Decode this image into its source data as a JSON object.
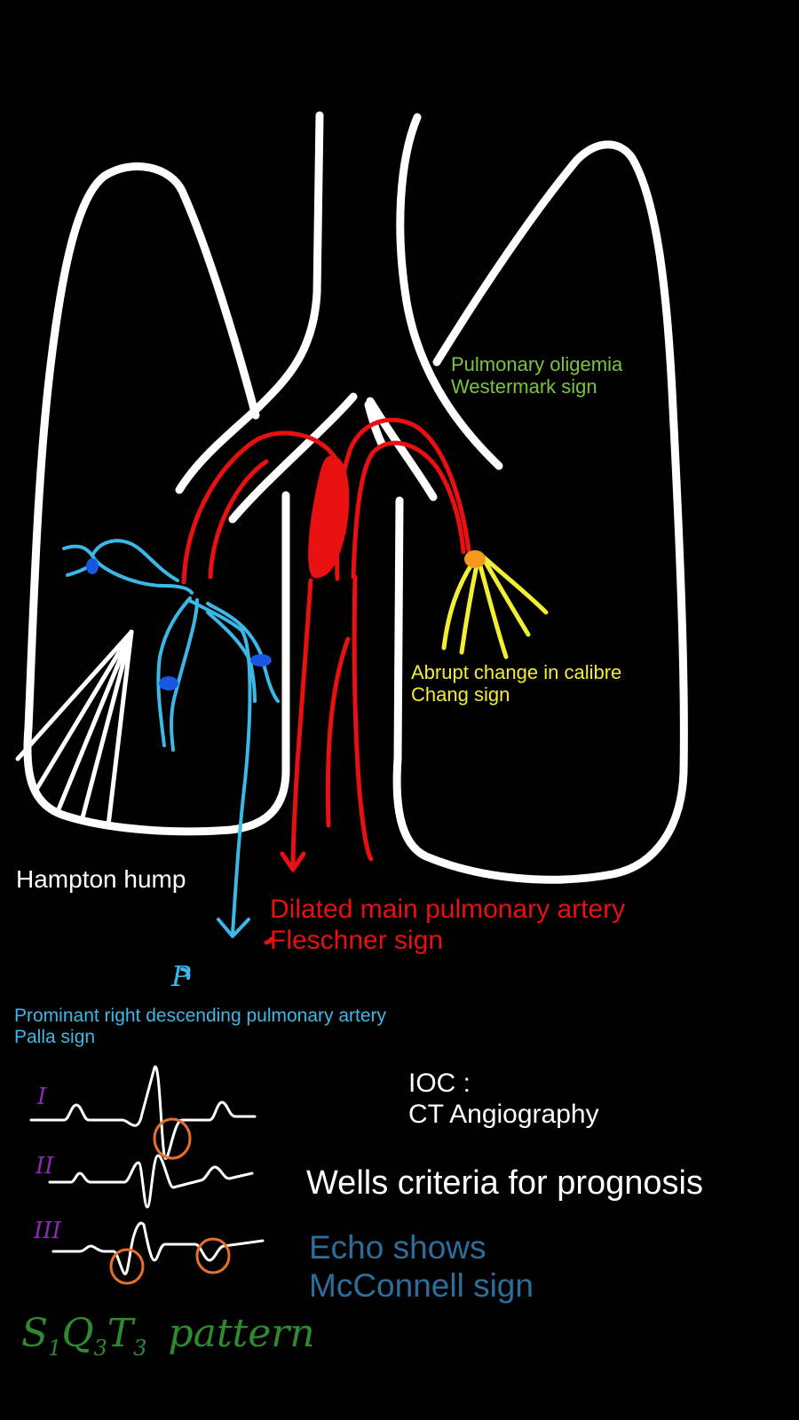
{
  "colors": {
    "background": "#000000",
    "outline": "#ffffff",
    "artery": "#e81010",
    "palla": "#3cb8e6",
    "palla_dot": "#1a57e0",
    "chang": "#f2ee33",
    "chang_dot": "#f59a1c",
    "westermark": "#7cc43c",
    "ecg_lead_mark": "#8a2bb5",
    "ecg_highlight": "#e8702a",
    "echo": "#2c6e9a",
    "pattern": "#2f8a2f"
  },
  "labels": {
    "westermark_line1": "Pulmonary oligemia",
    "westermark_line2": "Westermark sign",
    "chang_line1": "Abrupt change in calibre",
    "chang_line2": "Chang sign",
    "hampton": "Hampton hump",
    "fleischner_line1": "Dilated main pulmonary artery",
    "fleischner_line2": "Fleschner sign",
    "palla_line1": "Prominant right descending pulmonary artery",
    "palla_line2": "Palla sign",
    "ioc_line1": "IOC :",
    "ioc_line2": "CT Angiography",
    "wells": "Wells criteria for prognosis",
    "echo_line1": "Echo shows",
    "echo_line2": "McConnell sign",
    "pattern_s": "S",
    "pattern_s_sub": "1",
    "pattern_q": "Q",
    "pattern_q_sub": "3",
    "pattern_t": "T",
    "pattern_t_sub": "3",
    "pattern_word": "pattern",
    "palla_mark": "P"
  },
  "ecg": {
    "lead_1": "I",
    "lead_2": "II",
    "lead_3": "III"
  }
}
